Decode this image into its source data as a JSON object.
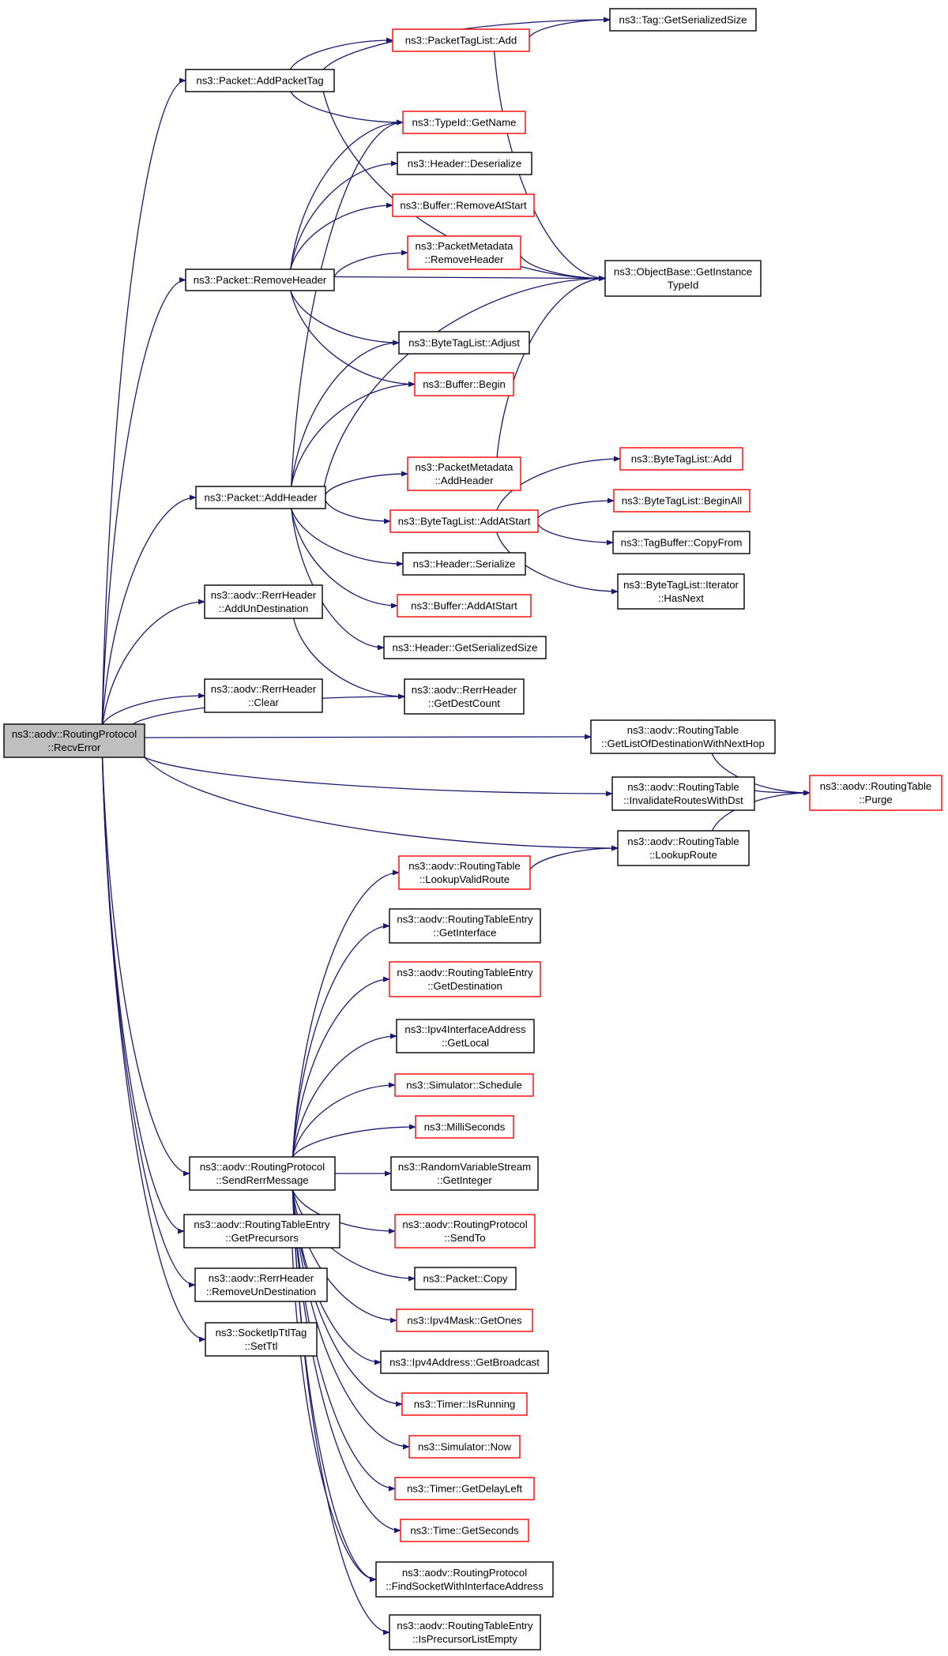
{
  "colors": {
    "edge": "#191970",
    "node_border_default": "#000000",
    "node_border_undocumented": "#ff0000",
    "root_fill": "#bfbfbf",
    "node_fill": "#ffffff"
  },
  "nodes": [
    {
      "id": "root",
      "lines": [
        "ns3::aodv::RoutingProtocol",
        "::RecvError"
      ],
      "style": "root"
    },
    {
      "id": "addPacketTag",
      "lines": [
        "ns3::Packet::AddPacketTag"
      ],
      "style": "black"
    },
    {
      "id": "removeHeader",
      "lines": [
        "ns3::Packet::RemoveHeader"
      ],
      "style": "black"
    },
    {
      "id": "addHeader",
      "lines": [
        "ns3::Packet::AddHeader"
      ],
      "style": "black"
    },
    {
      "id": "rerrAddUn",
      "lines": [
        "ns3::aodv::RerrHeader",
        "::AddUnDestination"
      ],
      "style": "black"
    },
    {
      "id": "rerrClear",
      "lines": [
        "ns3::aodv::RerrHeader",
        "::Clear"
      ],
      "style": "black"
    },
    {
      "id": "sendRerr",
      "lines": [
        "ns3::aodv::RoutingProtocol",
        "::SendRerrMessage"
      ],
      "style": "black"
    },
    {
      "id": "getPrecursors",
      "lines": [
        "ns3::aodv::RoutingTableEntry",
        "::GetPrecursors"
      ],
      "style": "black"
    },
    {
      "id": "removeUnDest",
      "lines": [
        "ns3::aodv::RerrHeader",
        "::RemoveUnDestination"
      ],
      "style": "black"
    },
    {
      "id": "setTtl",
      "lines": [
        "ns3::SocketIpTtlTag",
        "::SetTtl"
      ],
      "style": "black"
    },
    {
      "id": "tagListAdd",
      "lines": [
        "ns3::PacketTagList::Add"
      ],
      "style": "red"
    },
    {
      "id": "tagSize",
      "lines": [
        "ns3::Tag::GetSerializedSize"
      ],
      "style": "black"
    },
    {
      "id": "typeIdName",
      "lines": [
        "ns3::TypeId::GetName"
      ],
      "style": "red"
    },
    {
      "id": "headerDeser",
      "lines": [
        "ns3::Header::Deserialize"
      ],
      "style": "black"
    },
    {
      "id": "bufRemoveAtStart",
      "lines": [
        "ns3::Buffer::RemoveAtStart"
      ],
      "style": "red"
    },
    {
      "id": "pmRemoveHeader",
      "lines": [
        "ns3::PacketMetadata",
        "::RemoveHeader"
      ],
      "style": "red"
    },
    {
      "id": "objTypeId",
      "lines": [
        "ns3::ObjectBase::GetInstance",
        "TypeId"
      ],
      "style": "black"
    },
    {
      "id": "btlAdjust",
      "lines": [
        "ns3::ByteTagList::Adjust"
      ],
      "style": "black"
    },
    {
      "id": "bufBegin",
      "lines": [
        "ns3::Buffer::Begin"
      ],
      "style": "red"
    },
    {
      "id": "pmAddHeader",
      "lines": [
        "ns3::PacketMetadata",
        "::AddHeader"
      ],
      "style": "red"
    },
    {
      "id": "btlAdd",
      "lines": [
        "ns3::ByteTagList::Add"
      ],
      "style": "red"
    },
    {
      "id": "btlAddAtStart",
      "lines": [
        "ns3::ByteTagList::AddAtStart"
      ],
      "style": "red"
    },
    {
      "id": "btlBeginAll",
      "lines": [
        "ns3::ByteTagList::BeginAll"
      ],
      "style": "red"
    },
    {
      "id": "tagBufCopy",
      "lines": [
        "ns3::TagBuffer::CopyFrom"
      ],
      "style": "black"
    },
    {
      "id": "btlIterHasNext",
      "lines": [
        "ns3::ByteTagList::Iterator",
        "::HasNext"
      ],
      "style": "black"
    },
    {
      "id": "headerSerialize",
      "lines": [
        "ns3::Header::Serialize"
      ],
      "style": "black"
    },
    {
      "id": "bufAddAtStart",
      "lines": [
        "ns3::Buffer::AddAtStart"
      ],
      "style": "red"
    },
    {
      "id": "headerSerSize",
      "lines": [
        "ns3::Header::GetSerializedSize"
      ],
      "style": "black"
    },
    {
      "id": "rerrDestCount",
      "lines": [
        "ns3::aodv::RerrHeader",
        "::GetDestCount"
      ],
      "style": "black"
    },
    {
      "id": "rtGetList",
      "lines": [
        "ns3::aodv::RoutingTable",
        "::GetListOfDestinationWithNextHop"
      ],
      "style": "black"
    },
    {
      "id": "rtInvalidate",
      "lines": [
        "ns3::aodv::RoutingTable",
        "::InvalidateRoutesWithDst"
      ],
      "style": "black"
    },
    {
      "id": "rtPurge",
      "lines": [
        "ns3::aodv::RoutingTable",
        "::Purge"
      ],
      "style": "red"
    },
    {
      "id": "rtLookup",
      "lines": [
        "ns3::aodv::RoutingTable",
        "::LookupRoute"
      ],
      "style": "black"
    },
    {
      "id": "rtLookupValid",
      "lines": [
        "ns3::aodv::RoutingTable",
        "::LookupValidRoute"
      ],
      "style": "red"
    },
    {
      "id": "rteGetIface",
      "lines": [
        "ns3::aodv::RoutingTableEntry",
        "::GetInterface"
      ],
      "style": "black"
    },
    {
      "id": "rteGetDest",
      "lines": [
        "ns3::aodv::RoutingTableEntry",
        "::GetDestination"
      ],
      "style": "red"
    },
    {
      "id": "ipv4IfLocal",
      "lines": [
        "ns3::Ipv4InterfaceAddress",
        "::GetLocal"
      ],
      "style": "black"
    },
    {
      "id": "simSchedule",
      "lines": [
        "ns3::Simulator::Schedule"
      ],
      "style": "red"
    },
    {
      "id": "milliSeconds",
      "lines": [
        "ns3::MilliSeconds"
      ],
      "style": "red"
    },
    {
      "id": "rvsGetInteger",
      "lines": [
        "ns3::RandomVariableStream",
        "::GetInteger"
      ],
      "style": "black"
    },
    {
      "id": "rpSendTo",
      "lines": [
        "ns3::aodv::RoutingProtocol",
        "::SendTo"
      ],
      "style": "red"
    },
    {
      "id": "packetCopy",
      "lines": [
        "ns3::Packet::Copy"
      ],
      "style": "black"
    },
    {
      "id": "maskGetOnes",
      "lines": [
        "ns3::Ipv4Mask::GetOnes"
      ],
      "style": "red"
    },
    {
      "id": "addrBroadcast",
      "lines": [
        "ns3::Ipv4Address::GetBroadcast"
      ],
      "style": "black"
    },
    {
      "id": "timerRunning",
      "lines": [
        "ns3::Timer::IsRunning"
      ],
      "style": "red"
    },
    {
      "id": "simNow",
      "lines": [
        "ns3::Simulator::Now"
      ],
      "style": "red"
    },
    {
      "id": "timerDelayLeft",
      "lines": [
        "ns3::Timer::GetDelayLeft"
      ],
      "style": "red"
    },
    {
      "id": "timeSeconds",
      "lines": [
        "ns3::Time::GetSeconds"
      ],
      "style": "red"
    },
    {
      "id": "findSocket",
      "lines": [
        "ns3::aodv::RoutingProtocol",
        "::FindSocketWithInterfaceAddress"
      ],
      "style": "black"
    },
    {
      "id": "rteIsPrecEmpty",
      "lines": [
        "ns3::aodv::RoutingTableEntry",
        "::IsPrecursorListEmpty"
      ],
      "style": "black"
    }
  ],
  "edges": [
    [
      "root",
      "addPacketTag"
    ],
    [
      "root",
      "removeHeader"
    ],
    [
      "root",
      "addHeader"
    ],
    [
      "root",
      "rerrAddUn"
    ],
    [
      "root",
      "rerrDestCount"
    ],
    [
      "root",
      "rerrClear"
    ],
    [
      "root",
      "rtGetList"
    ],
    [
      "root",
      "rtInvalidate"
    ],
    [
      "root",
      "rtLookup"
    ],
    [
      "root",
      "sendRerr"
    ],
    [
      "root",
      "getPrecursors"
    ],
    [
      "root",
      "removeUnDest"
    ],
    [
      "root",
      "setTtl"
    ],
    [
      "addPacketTag",
      "tagSize"
    ],
    [
      "addPacketTag",
      "tagListAdd"
    ],
    [
      "addPacketTag",
      "typeIdName"
    ],
    [
      "addPacketTag",
      "objTypeId"
    ],
    [
      "tagListAdd",
      "tagSize"
    ],
    [
      "tagListAdd",
      "objTypeId"
    ],
    [
      "removeHeader",
      "typeIdName"
    ],
    [
      "removeHeader",
      "headerDeser"
    ],
    [
      "removeHeader",
      "bufRemoveAtStart"
    ],
    [
      "removeHeader",
      "pmRemoveHeader"
    ],
    [
      "removeHeader",
      "objTypeId"
    ],
    [
      "removeHeader",
      "btlAdjust"
    ],
    [
      "removeHeader",
      "bufBegin"
    ],
    [
      "pmRemoveHeader",
      "objTypeId"
    ],
    [
      "addHeader",
      "typeIdName"
    ],
    [
      "addHeader",
      "btlAdjust"
    ],
    [
      "addHeader",
      "bufBegin"
    ],
    [
      "addHeader",
      "objTypeId"
    ],
    [
      "addHeader",
      "pmAddHeader"
    ],
    [
      "addHeader",
      "btlAddAtStart"
    ],
    [
      "addHeader",
      "headerSerialize"
    ],
    [
      "addHeader",
      "bufAddAtStart"
    ],
    [
      "addHeader",
      "headerSerSize"
    ],
    [
      "pmAddHeader",
      "objTypeId"
    ],
    [
      "btlAddAtStart",
      "btlAdd"
    ],
    [
      "btlAddAtStart",
      "btlBeginAll"
    ],
    [
      "btlAddAtStart",
      "tagBufCopy"
    ],
    [
      "btlAddAtStart",
      "btlIterHasNext"
    ],
    [
      "rerrAddUn",
      "rerrDestCount"
    ],
    [
      "rtGetList",
      "rtPurge"
    ],
    [
      "rtInvalidate",
      "rtPurge"
    ],
    [
      "rtLookup",
      "rtPurge"
    ],
    [
      "rtLookupValid",
      "rtLookup"
    ],
    [
      "sendRerr",
      "rtLookupValid"
    ],
    [
      "sendRerr",
      "rteGetIface"
    ],
    [
      "sendRerr",
      "rteGetDest"
    ],
    [
      "sendRerr",
      "ipv4IfLocal"
    ],
    [
      "sendRerr",
      "simSchedule"
    ],
    [
      "sendRerr",
      "milliSeconds"
    ],
    [
      "sendRerr",
      "rvsGetInteger"
    ],
    [
      "sendRerr",
      "rpSendTo"
    ],
    [
      "sendRerr",
      "packetCopy"
    ],
    [
      "sendRerr",
      "maskGetOnes"
    ],
    [
      "sendRerr",
      "addrBroadcast"
    ],
    [
      "sendRerr",
      "timerRunning"
    ],
    [
      "sendRerr",
      "simNow"
    ],
    [
      "sendRerr",
      "timerDelayLeft"
    ],
    [
      "sendRerr",
      "timeSeconds"
    ],
    [
      "sendRerr",
      "findSocket"
    ],
    [
      "sendRerr",
      "rteIsPrecEmpty"
    ],
    [
      "getPrecursors",
      "findSocket"
    ]
  ]
}
